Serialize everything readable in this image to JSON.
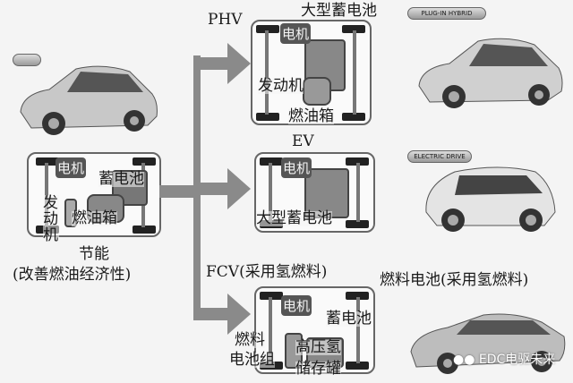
{
  "base": {
    "motor": "电机",
    "battery": "蓄电池",
    "engine": "发动机",
    "fuel_tank": "燃油箱",
    "caption_line1": "节能",
    "caption_line2": "(改善燃油经济性)"
  },
  "phv": {
    "title": "PHV",
    "large_battery": "大型蓄电池",
    "motor": "电机",
    "engine": "发动机",
    "fuel_tank": "燃油箱",
    "badge_text": "PLUG-IN HYBRID"
  },
  "ev": {
    "title": "EV",
    "motor": "电机",
    "large_battery": "大型蓄电池",
    "badge_text": "ELECTRIC DRIVE"
  },
  "fcv": {
    "title": "FCV(采用氢燃料)",
    "motor": "电机",
    "battery": "蓄电池",
    "fc_stack_line1": "燃料",
    "fc_stack_line2": "电池组",
    "h2_tank_line1": "高压氢",
    "h2_tank_line2": "储存罐",
    "car_caption": "燃料电池(采用氢燃料)"
  },
  "watermark": "EDC电驱未来"
}
